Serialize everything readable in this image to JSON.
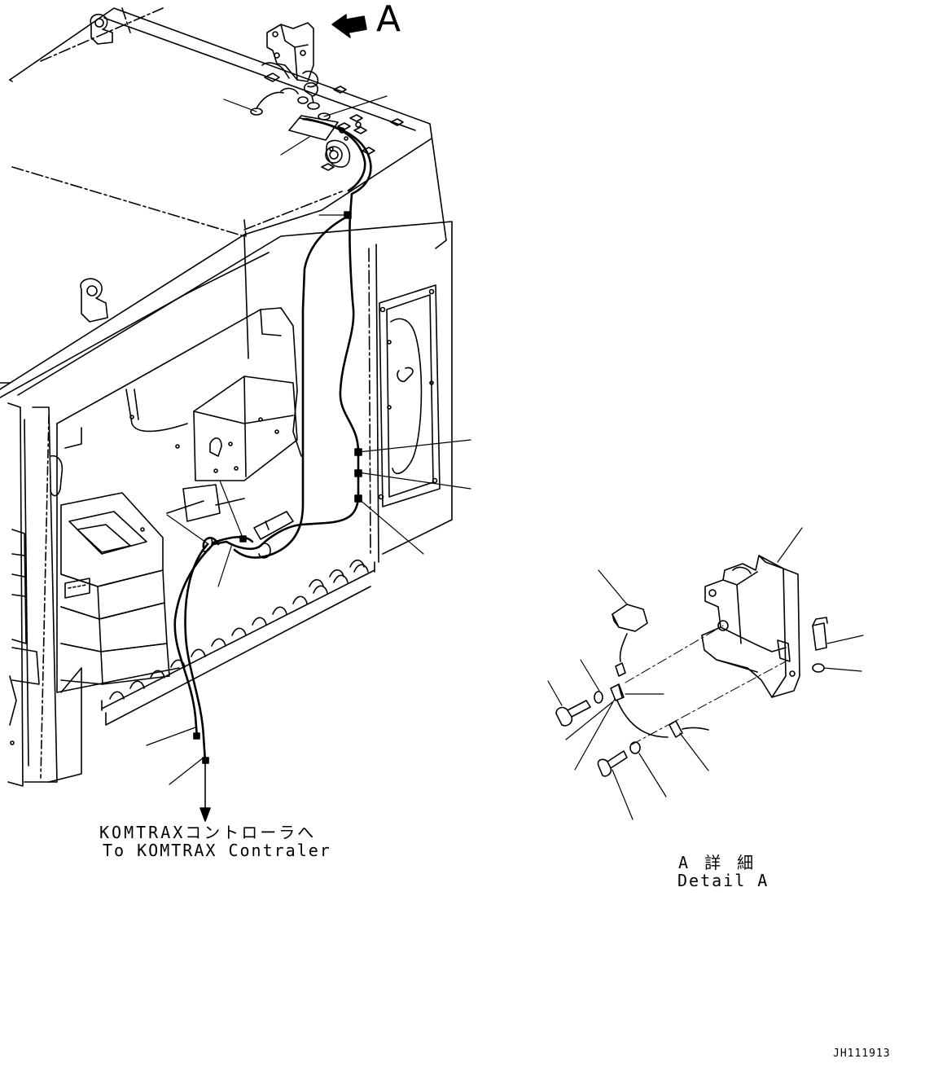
{
  "view_marker": {
    "letter": "A"
  },
  "destination_label": {
    "japanese": "KOMTRAXコントローラへ",
    "english": "To KOMTRAX Contraler"
  },
  "detail_label": {
    "japanese": "A 詳 細",
    "english": "Detail A"
  },
  "drawing_number": "JH111913",
  "icons": {
    "view_arrow": "view-direction-arrow-icon",
    "harness_arrow": "down-arrow-icon"
  }
}
